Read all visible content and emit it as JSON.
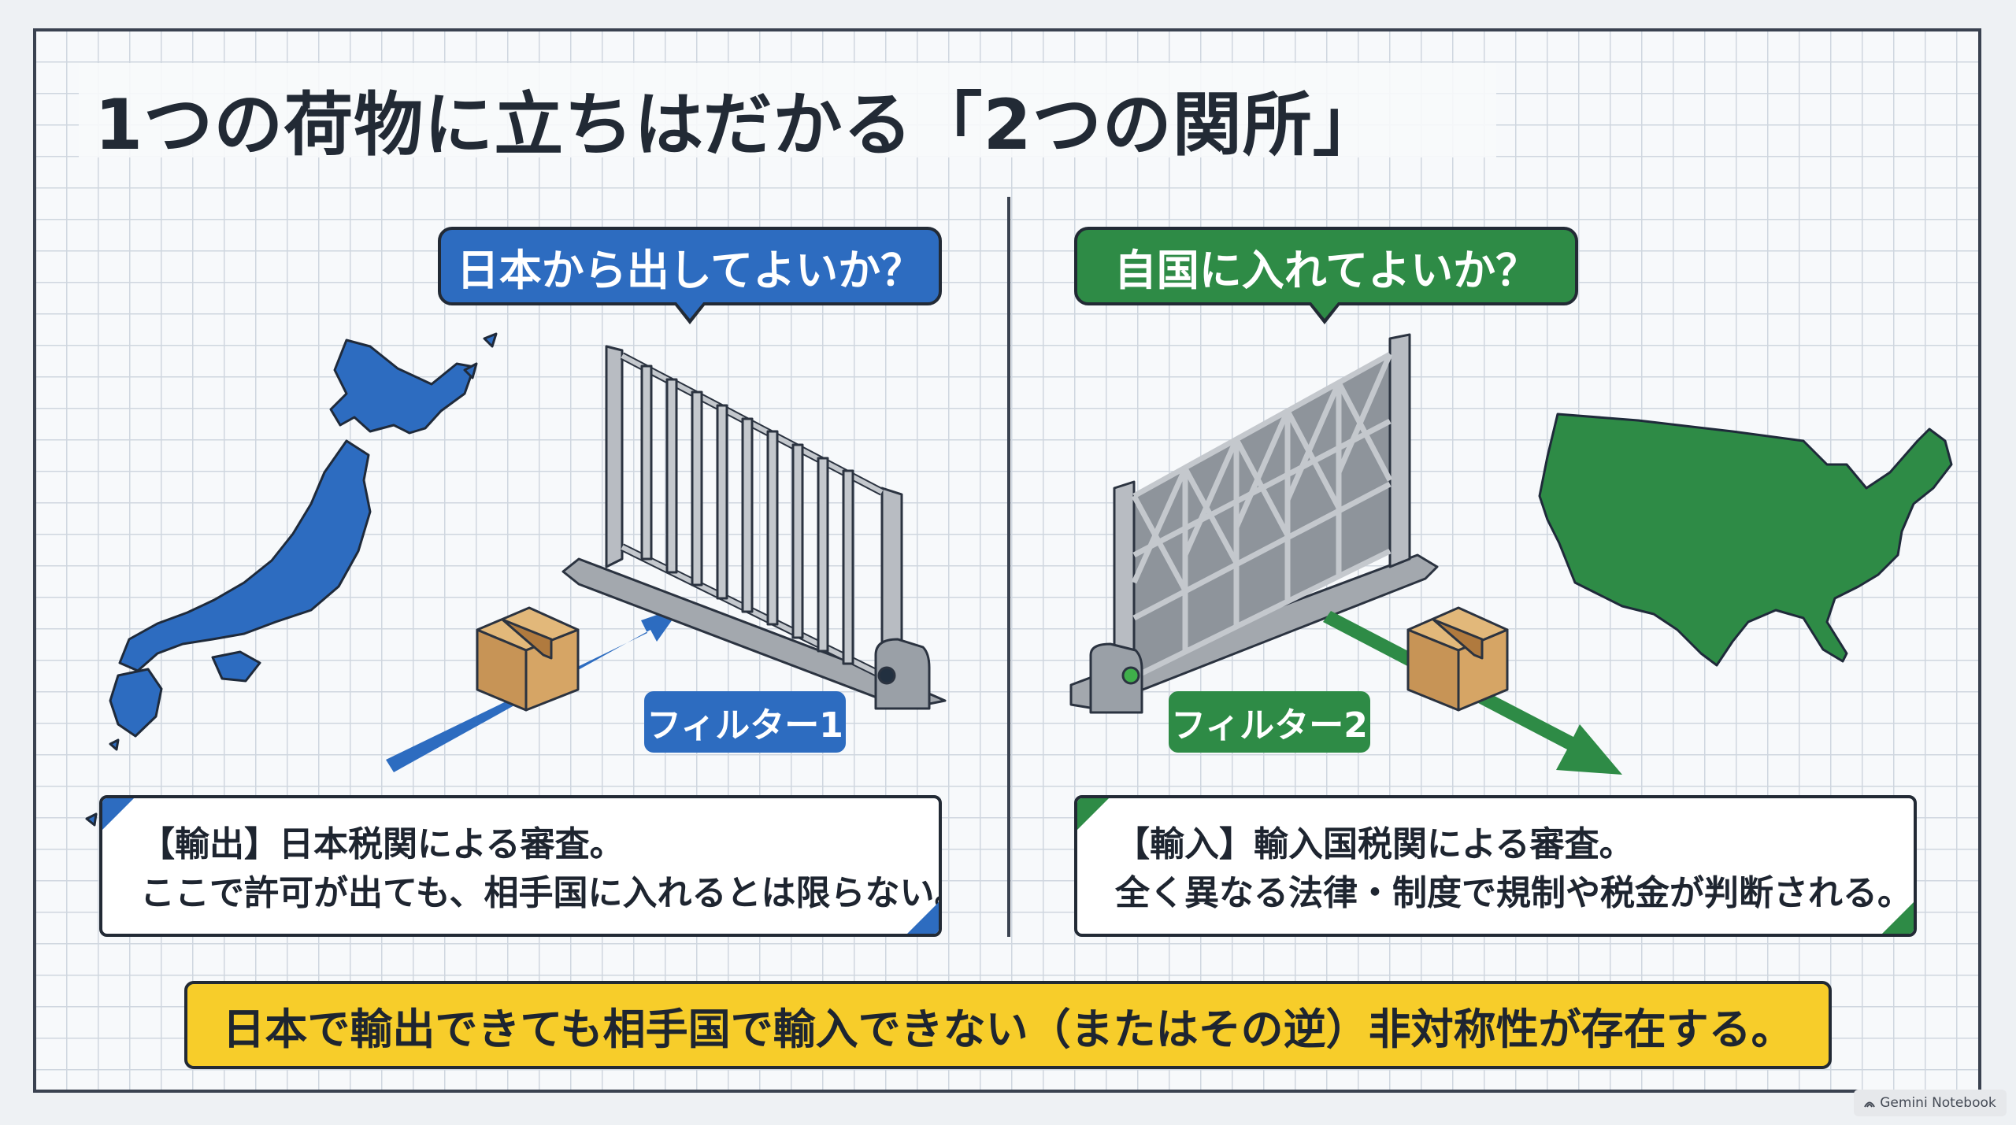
{
  "title": "1つの荷物に立ちはだかる「2つの関所」",
  "export_side": {
    "question": "日本から出してよいか？",
    "filter_label": "フィルター1",
    "description_lines": [
      "【輸出】日本税関による審査。",
      "ここで許可が出ても、相手国に入れるとは限らない。"
    ],
    "country_icon": "japan-map-icon",
    "accent": "#2d6cc0"
  },
  "import_side": {
    "question": "自国に入れてよいか？",
    "filter_label": "フィルター2",
    "description_lines": [
      "【輸入】輸入国税関による審査。",
      "全く異なる法律・制度で規制や税金が判断される。"
    ],
    "country_icon": "usa-map-icon",
    "accent": "#2e8b46"
  },
  "conclusion": "日本で輸出できても相手国で輸入できない（またはその逆）非対称性が存在する。",
  "watermark": "Gemini Notebook",
  "colors": {
    "box": "#d3a262",
    "gate": "#a3a8ae",
    "banner": "#f7cd2a"
  }
}
